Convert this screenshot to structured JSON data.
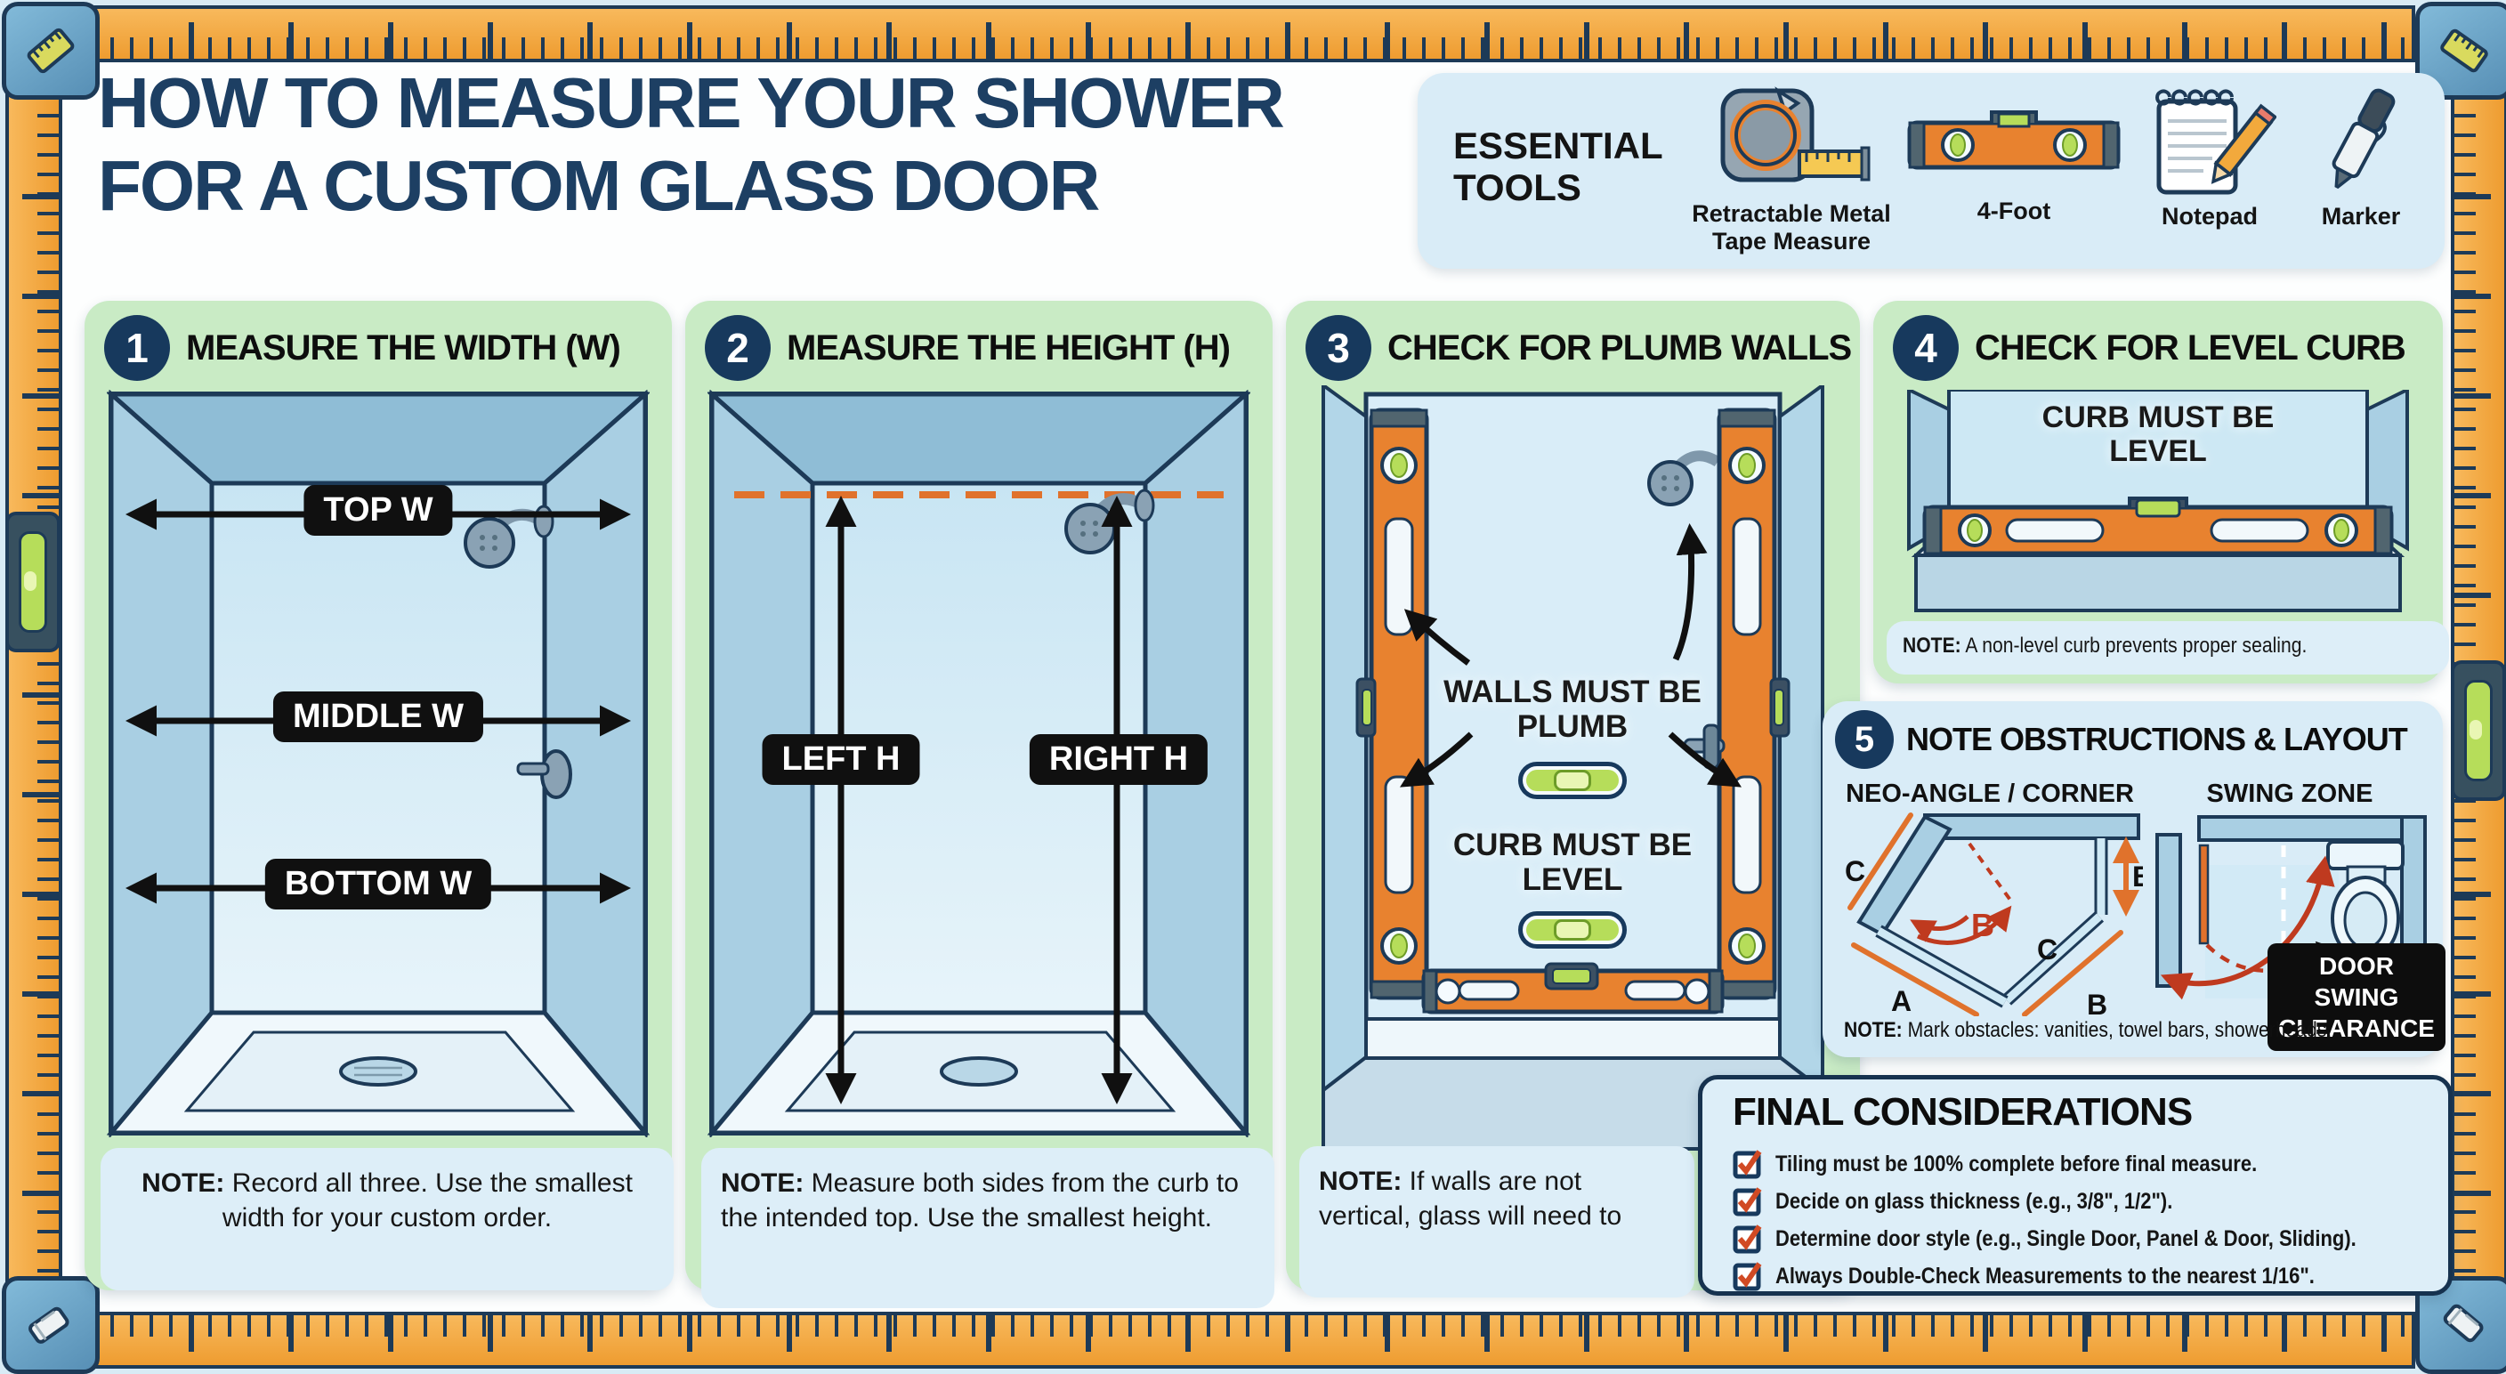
{
  "colors": {
    "navy": "#17395d",
    "panel_green": "#c9ebc5",
    "panel_blue": "#d9ecf7",
    "note_blue": "#ddeef8",
    "ruler_orange": "#f4a944",
    "level_orange": "#e8822f",
    "arrow_red": "#bf3a1f",
    "pill_black": "#101010"
  },
  "title": {
    "line1": "HOW TO MEASURE YOUR SHOWER",
    "line2": "FOR A CUSTOM GLASS DOOR"
  },
  "tools": {
    "heading": "ESSENTIAL TOOLS",
    "items": [
      {
        "icon": "tape-measure-icon",
        "label": "Retractable Metal Tape Measure"
      },
      {
        "icon": "level-icon",
        "label": "4-Foot"
      },
      {
        "icon": "notepad-icon",
        "label": "Notepad"
      },
      {
        "icon": "marker-icon",
        "label": "Marker"
      }
    ]
  },
  "steps": [
    {
      "number": "1",
      "title": "MEASURE THE WIDTH (W)",
      "labels": {
        "top": "TOP W",
        "middle": "MIDDLE W",
        "bottom": "BOTTOM W"
      },
      "note_label": "NOTE:",
      "note": "Record all three. Use the smallest width for your custom order."
    },
    {
      "number": "2",
      "title": "MEASURE THE HEIGHT (H)",
      "labels": {
        "left": "LEFT H",
        "right": "RIGHT H"
      },
      "note_label": "NOTE:",
      "note": "Measure both sides from the curb to the intended top. Use the smallest height."
    },
    {
      "number": "3",
      "title": "CHECK FOR PLUMB WALLS",
      "captions": {
        "walls": "WALLS MUST BE PLUMB",
        "curb": "CURB MUST BE LEVEL"
      },
      "note_label": "NOTE:",
      "note": "If walls are not vertical, glass will need to"
    },
    {
      "number": "4",
      "title": "CHECK FOR LEVEL CURB",
      "caption": "CURB MUST BE LEVEL",
      "note_label": "NOTE:",
      "note": "A non-level curb prevents proper sealing."
    },
    {
      "number": "5",
      "title": "NOTE OBSTRUCTIONS & LAYOUT",
      "neo": {
        "label": "NEO-ANGLE / CORNER",
        "dim_a": "A",
        "dim_b": "B",
        "dim_c": "C",
        "dim_c2": "C",
        "dim_b2": "B",
        "angle_b": "B"
      },
      "swing": {
        "label": "SWING ZONE",
        "badge_line1": "DOOR SWING",
        "badge_line2": "CLEARANCE"
      },
      "note_label": "NOTE:",
      "note": "Mark obstacles: vanities, towel bars, showerheads."
    }
  ],
  "final": {
    "title": "FINAL CONSIDERATIONS",
    "items": [
      "Tiling must be 100% complete before final measure.",
      "Decide on glass thickness (e.g., 3/8\", 1/2\").",
      "Determine door style (e.g., Single Door, Panel & Door, Sliding).",
      "Always Double-Check Measurements to the nearest 1/16\"."
    ]
  }
}
